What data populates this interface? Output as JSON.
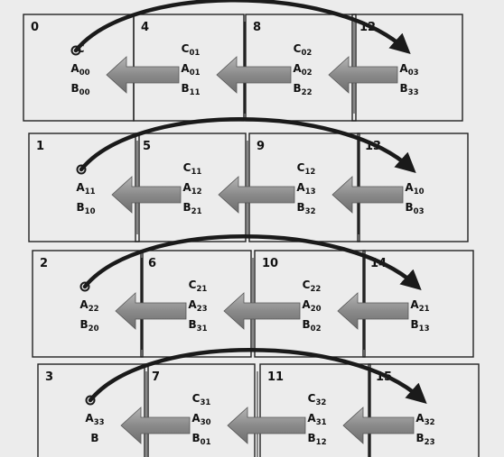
{
  "grid": {
    "rows": [
      {
        "cells": [
          {
            "number": "0",
            "lines": [
              [
                "C",
                ""
              ],
              [
                "A",
                "00"
              ],
              [
                "B",
                "00"
              ]
            ]
          },
          {
            "number": "4",
            "lines": [
              [
                "C",
                "01"
              ],
              [
                "A",
                "01"
              ],
              [
                "B",
                "11"
              ]
            ]
          },
          {
            "number": "8",
            "lines": [
              [
                "C",
                "02"
              ],
              [
                "A",
                "02"
              ],
              [
                "B",
                "22"
              ]
            ]
          },
          {
            "number": "12",
            "lines": [
              [
                "",
                ""
              ],
              [
                "A",
                "03"
              ],
              [
                "B",
                "33"
              ]
            ]
          }
        ]
      },
      {
        "cells": [
          {
            "number": "1",
            "lines": [
              [
                "",
                ""
              ],
              [
                "A",
                "11"
              ],
              [
                "B",
                "10"
              ]
            ]
          },
          {
            "number": "5",
            "lines": [
              [
                "C",
                "11"
              ],
              [
                "A",
                "12"
              ],
              [
                "B",
                "21"
              ]
            ]
          },
          {
            "number": "9",
            "lines": [
              [
                "C",
                "12"
              ],
              [
                "A",
                "13"
              ],
              [
                "B",
                "32"
              ]
            ]
          },
          {
            "number": "13",
            "lines": [
              [
                "",
                ""
              ],
              [
                "A",
                "10"
              ],
              [
                "B",
                "03"
              ]
            ]
          }
        ]
      },
      {
        "cells": [
          {
            "number": "2",
            "lines": [
              [
                "",
                ""
              ],
              [
                "A",
                "22"
              ],
              [
                "B",
                "20"
              ]
            ]
          },
          {
            "number": "6",
            "lines": [
              [
                "C",
                "21"
              ],
              [
                "A",
                "23"
              ],
              [
                "B",
                "31"
              ]
            ]
          },
          {
            "number": "10",
            "lines": [
              [
                "C",
                "22"
              ],
              [
                "A",
                "20"
              ],
              [
                "B",
                "02"
              ]
            ]
          },
          {
            "number": "14",
            "lines": [
              [
                "",
                ""
              ],
              [
                "A",
                "21"
              ],
              [
                "B",
                "13"
              ]
            ]
          }
        ]
      },
      {
        "cells": [
          {
            "number": "3",
            "lines": [
              [
                "",
                ""
              ],
              [
                "A",
                "33"
              ],
              [
                "B",
                ""
              ]
            ]
          },
          {
            "number": "7",
            "lines": [
              [
                "C",
                "31"
              ],
              [
                "A",
                "30"
              ],
              [
                "B",
                "01"
              ]
            ]
          },
          {
            "number": "11",
            "lines": [
              [
                "C",
                "32"
              ],
              [
                "A",
                "31"
              ],
              [
                "B",
                "12"
              ]
            ]
          },
          {
            "number": "15",
            "lines": [
              [
                "",
                ""
              ],
              [
                "A",
                "32"
              ],
              [
                "B",
                "23"
              ]
            ]
          }
        ]
      }
    ]
  },
  "colors": {
    "background": "#ececec",
    "box_stroke": "#222222",
    "arrow_fill": "#8a8a8a",
    "arc_stroke": "#1a1a1a"
  }
}
